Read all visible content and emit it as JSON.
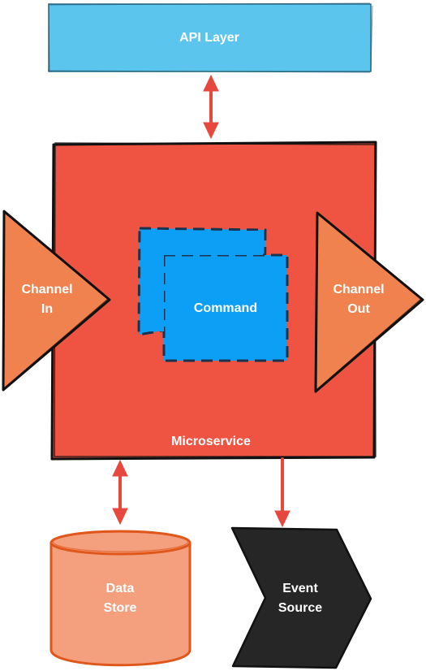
{
  "api_layer": {
    "label": "API Layer",
    "color": "#5bc5ee"
  },
  "microservice": {
    "label": "Microservice",
    "color": "#ef5443"
  },
  "channel_in": {
    "line1": "Channel",
    "line2": "In",
    "color": "#f0824f"
  },
  "channel_out": {
    "line1": "Channel",
    "line2": "Out",
    "color": "#f0824f"
  },
  "command": {
    "label": "Command",
    "color": "#0d9ff5"
  },
  "data_store": {
    "line1": "Data",
    "line2": "Store",
    "color": "#f4a07f",
    "stroke": "#e0571c"
  },
  "event_source": {
    "line1": "Event",
    "line2": "Source",
    "color": "#262626"
  },
  "connector_color": "#e6483d"
}
